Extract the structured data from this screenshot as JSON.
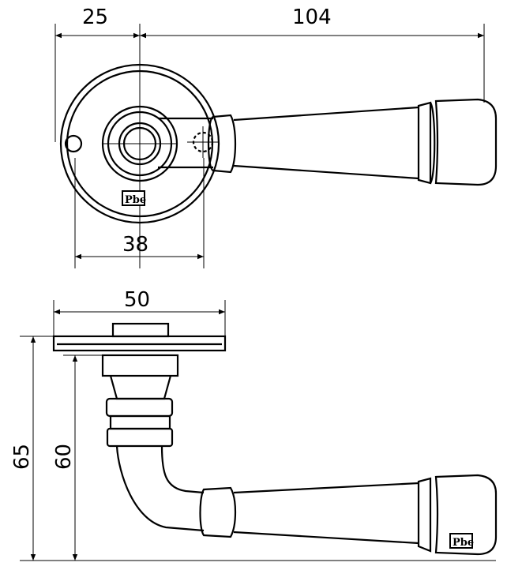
{
  "dimensions": {
    "top_left_offset": "25",
    "lever_length": "104",
    "rose_inner": "38",
    "rose_diameter": "50",
    "total_height": "65",
    "lever_height": "60"
  },
  "logo": "Pbe",
  "colors": {
    "line": "#000000",
    "background": "#ffffff"
  }
}
